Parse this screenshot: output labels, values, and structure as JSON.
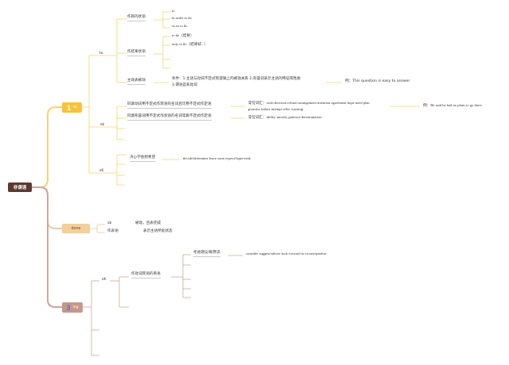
{
  "colors": {
    "root_bg": "#5b3a2e",
    "branch1": "#f6c33a",
    "branch1_line": "#f7d36f",
    "branch2": "#f2cf9b",
    "branch2_line": "#e6cba7",
    "branch3": "#c9968a",
    "branch3_line": "#caa89e",
    "sub_line": "#cfcfcf",
    "num3": "#3f7fc0"
  },
  "root": {
    "label": "非谓语"
  },
  "branches": [
    {
      "num": "1",
      "label": "to"
    },
    {
      "label": "done"
    },
    {
      "num": "3",
      "label": "ing"
    }
  ],
  "to": {
    "sub": [
      "to",
      "sb",
      "sK"
    ],
    "purpose": {
      "label": "作目的状语",
      "items": [
        "to",
        "in order to do",
        "so as to do"
      ]
    },
    "result": {
      "label": "作结果状语",
      "items": [
        "to do（结果）",
        "only to do（结果却...）"
      ]
    },
    "active": {
      "label": "主动表被动",
      "line1": "条件：1.主语与动词不定式有逻辑上的被动关系 2.形容词表示主语的特征或性质",
      "line2": "3.谓语是系动词",
      "example": "例：This question is easy to answer"
    },
    "noun": {
      "label": "同源动词用不定式作宾语的名词后可用不定式作定语",
      "common": "常见词汇：wish decision refusal arrangement intention agreement hope need plan",
      "common2": "promise failure attempt offer warning",
      "example": "例：He said he had no plans to go there"
    },
    "adj": {
      "label": "同源形容词用不定式作状语的名词常跟不定式作定语",
      "common": "常见词汇：ability anxiety patience determination"
    },
    "verb": {
      "label": "决心学会想希望",
      "items": "decide/determine learn want expect/hope/wish"
    }
  },
  "done": {
    "sb": "sb",
    "sb_desc": "被动，且表完成",
    "adverbial": "作表语",
    "adverbial_desc": "表示主语所处状态"
  },
  "ing": {
    "sub": "sK",
    "verbs": {
      "label": "作动词宾语的英语",
      "group": "考虑建议/盼原谅",
      "items": "consider suggest/advise look forward to excuse/pardon"
    }
  }
}
